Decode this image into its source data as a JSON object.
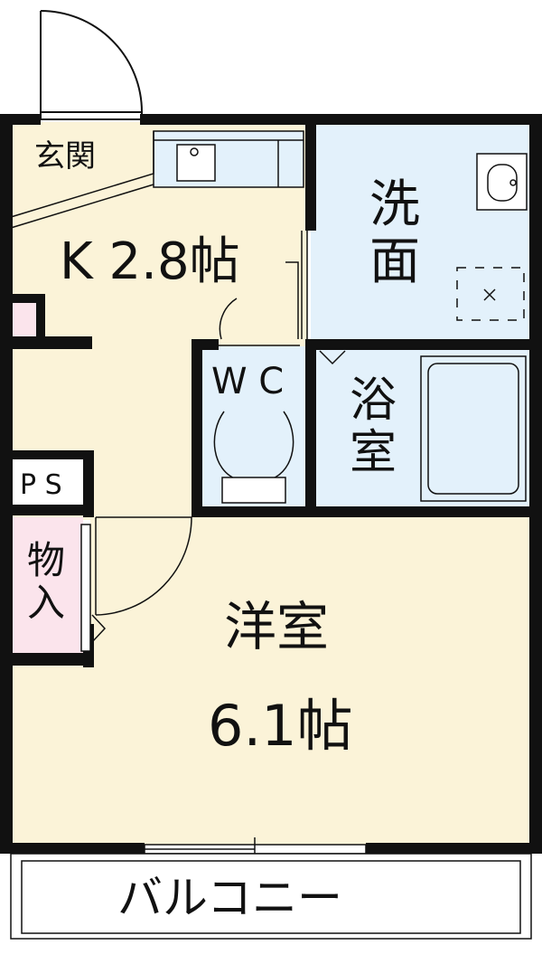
{
  "rooms": {
    "genkan": "玄関",
    "kitchen": "K 2.8帖",
    "senmen": "洗\n面",
    "wc": "W C",
    "bath": "浴\n室",
    "ps": "P S",
    "storage": "物\n入",
    "western_name": "洋室",
    "western_size": "6.1帖",
    "balcony": "バルコニー"
  },
  "colors": {
    "wall": "#111111",
    "kitchen_floor": "#fbf3d8",
    "room_floor": "#fbf3d8",
    "wet_area": "#e3f1fb",
    "storage": "#fbe4ec",
    "balcony": "#ffffff"
  }
}
